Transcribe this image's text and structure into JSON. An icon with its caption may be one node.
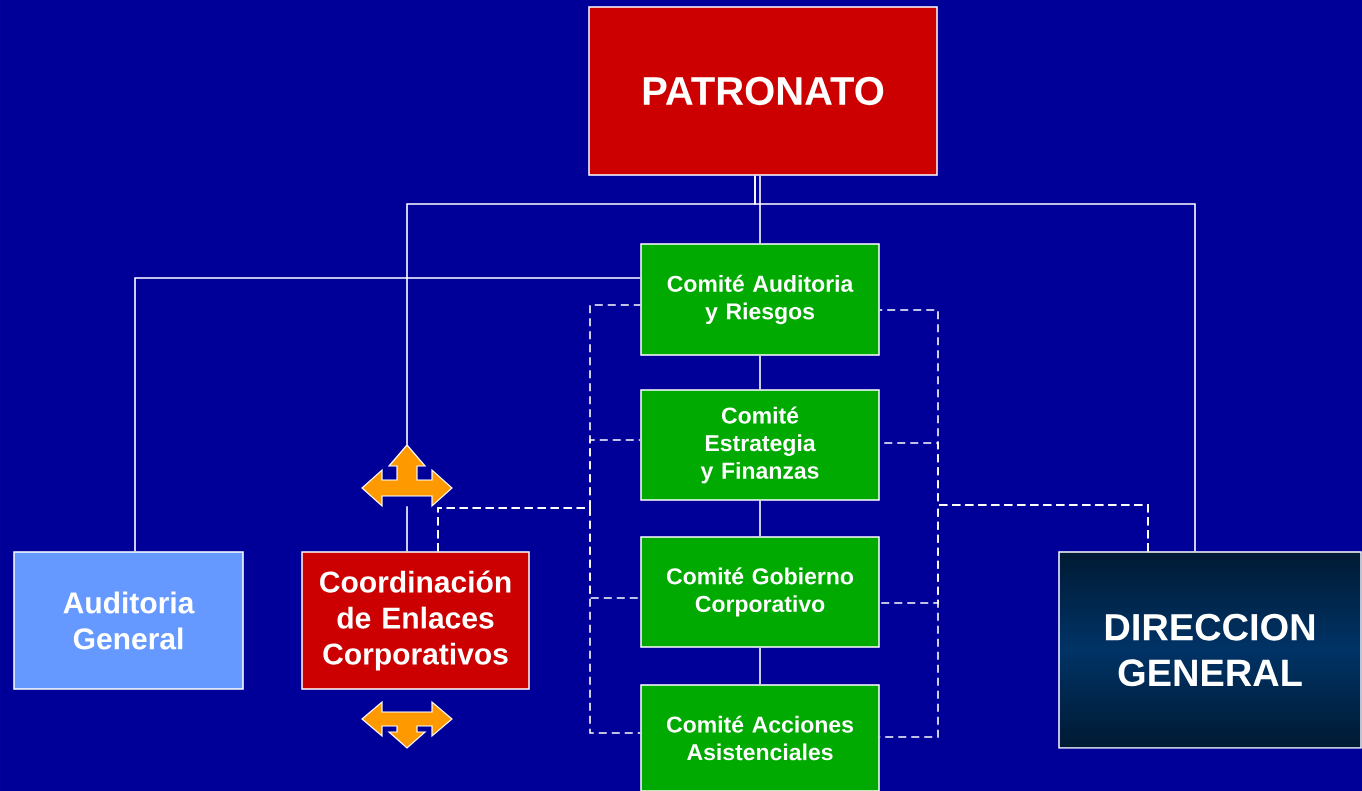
{
  "diagram": {
    "nodes": [
      {
        "text": [
          "PATRONATO"
        ]
      },
      {
        "text": [
          "Comité Auditoria y Riesgos"
        ]
      },
      {
        "text": [
          "Comité Estrategia y Finanzas"
        ]
      },
      {
        "text": [
          "Comité Gobierno Corporativo"
        ]
      },
      {
        "text": [
          "Comité Acciones Asistenciales"
        ]
      },
      {
        "text": [
          "Auditoria General"
        ]
      },
      {
        "text": [
          "Coordinación de Enlaces Corporativos"
        ]
      },
      {
        "text": [
          "DIRECCION GENERAL"
        ]
      },
      {
        "text": [],
        "shape": "arrow"
      },
      {
        "text": [],
        "shape": "arrow"
      }
    ],
    "edges": [
      {
        "from": 0,
        "to": 1,
        "arrow": "none"
      },
      {
        "from": 1,
        "to": 2,
        "arrow": "none"
      },
      {
        "from": 2,
        "to": 3,
        "arrow": "none"
      },
      {
        "from": 3,
        "to": 4,
        "arrow": "none"
      },
      {
        "from": 0,
        "to": 7,
        "arrow": "none"
      },
      {
        "from": 0,
        "to": 8,
        "arrow": "none"
      },
      {
        "from": 8,
        "to": 6,
        "arrow": "none"
      },
      {
        "from": 1,
        "to": 5,
        "arrow": "none"
      },
      {
        "from": 1,
        "to": 6,
        "arrow": "none",
        "style": "dashed"
      },
      {
        "from": 2,
        "to": 6,
        "arrow": "none",
        "style": "dashed"
      },
      {
        "from": 3,
        "to": 6,
        "arrow": "none",
        "style": "dashed"
      },
      {
        "from": 4,
        "to": 6,
        "arrow": "none",
        "style": "dashed"
      },
      {
        "from": 1,
        "to": 7,
        "arrow": "none",
        "style": "dashed"
      },
      {
        "from": 2,
        "to": 7,
        "arrow": "none",
        "style": "dashed"
      },
      {
        "from": 3,
        "to": 7,
        "arrow": "none",
        "style": "dashed"
      },
      {
        "from": 4,
        "to": 7,
        "arrow": "none",
        "style": "dashed"
      }
    ]
  }
}
